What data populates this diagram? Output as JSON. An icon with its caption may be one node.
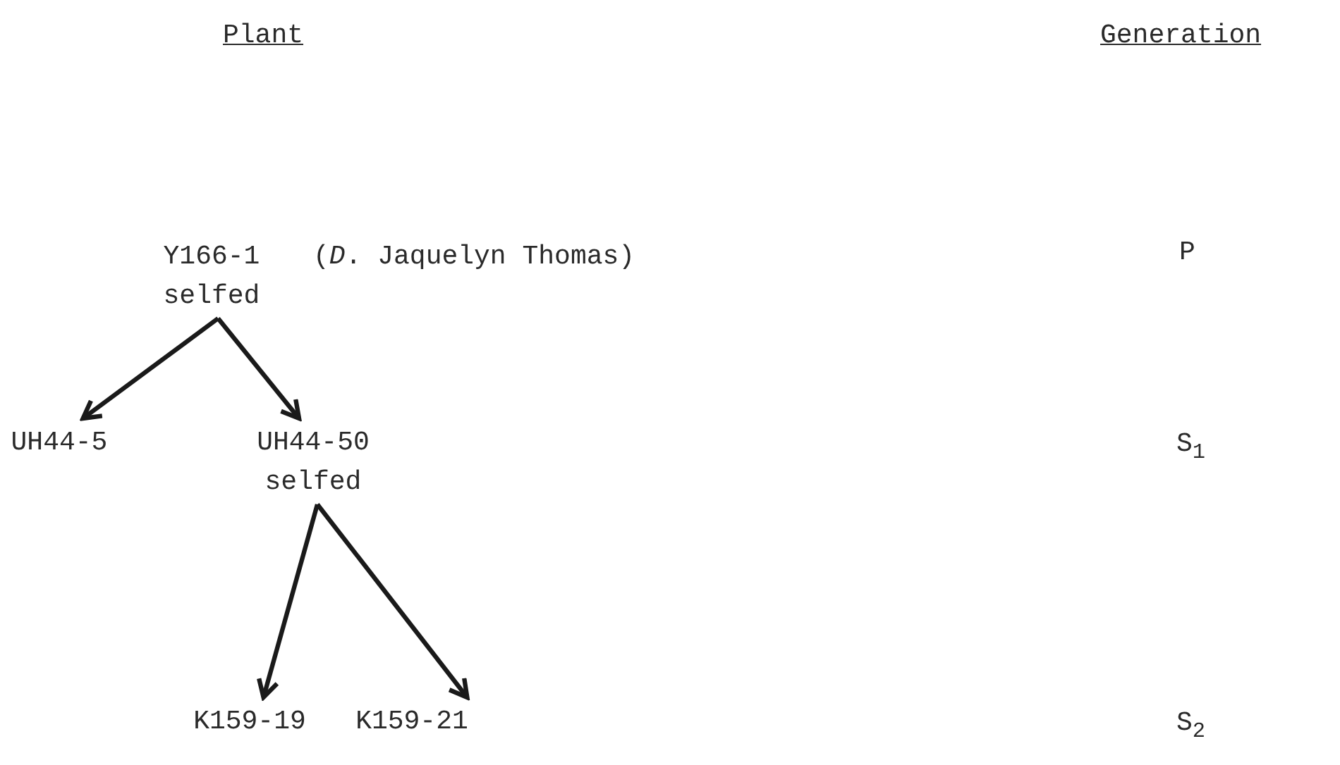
{
  "diagram": {
    "nodes": [
      {
        "text": [
          "Y166-1",
          "selfed"
        ],
        "beside": [
          "(*D*. Jaquelyn Thomas)"
        ]
      },
      {
        "text": [
          "UH44-5"
        ]
      },
      {
        "text": [
          "UH44-50",
          "selfed"
        ]
      },
      {
        "text": [
          "K159-19"
        ]
      },
      {
        "text": [
          "K159-21"
        ]
      }
    ],
    "edges": [
      {
        "from": 0,
        "to": 1,
        "arrow": "to"
      },
      {
        "from": 0,
        "to": 2,
        "arrow": "to"
      },
      {
        "from": 2,
        "to": 3,
        "arrow": "to"
      },
      {
        "from": 2,
        "to": 4,
        "arrow": "to"
      }
    ],
    "labels": [
      "Plant",
      "Generation",
      "P",
      "S$_{1}$",
      "S$_{2}$"
    ]
  }
}
